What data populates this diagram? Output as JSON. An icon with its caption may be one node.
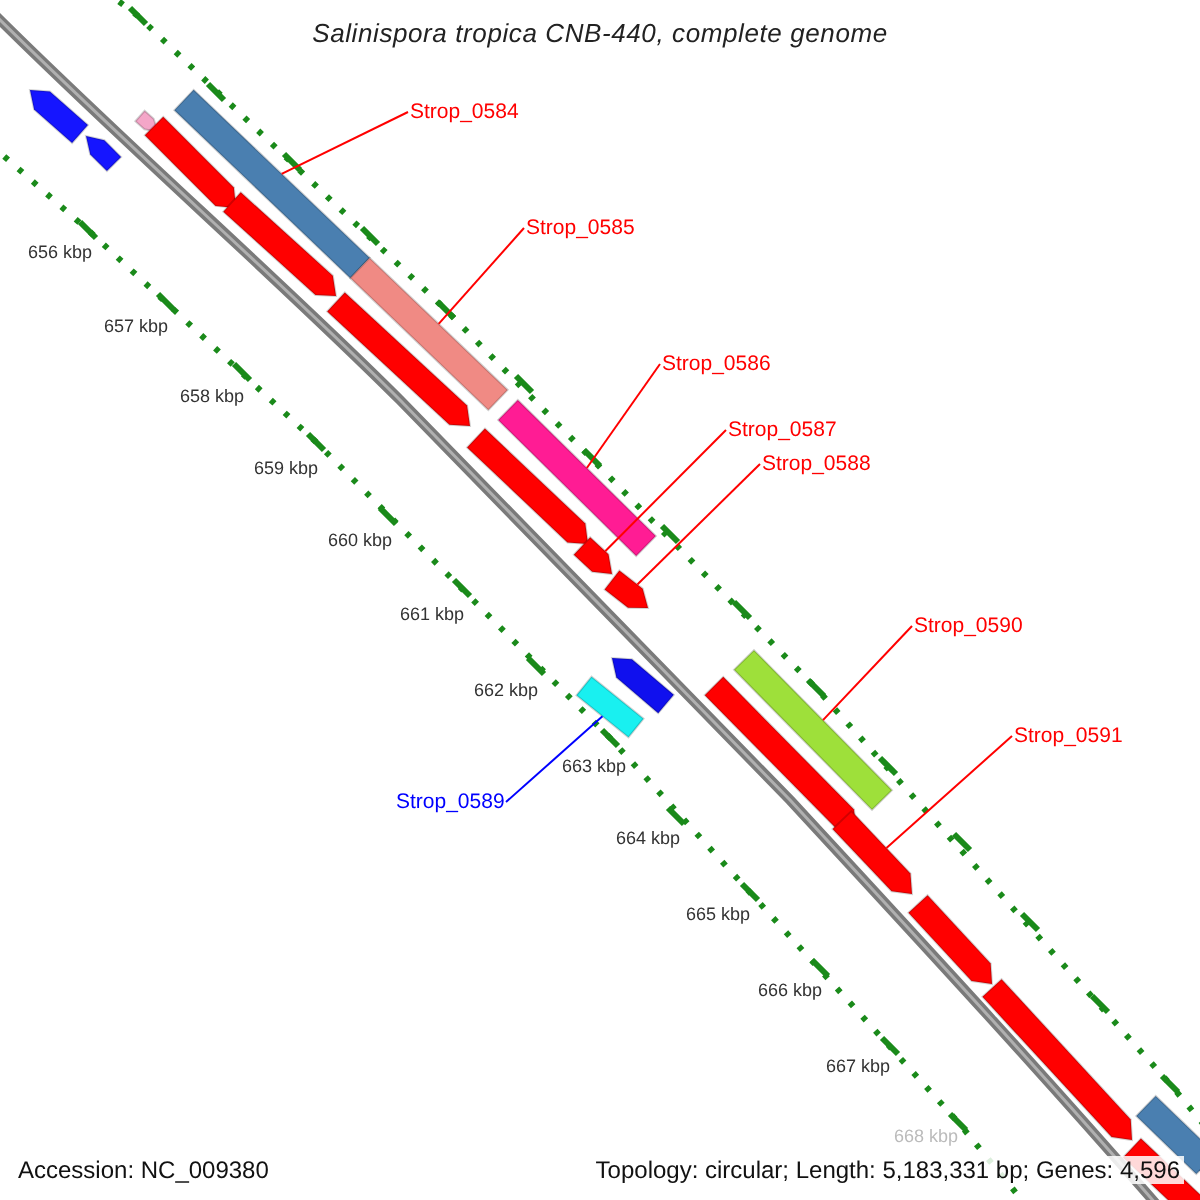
{
  "diagram": {
    "title": "Salinispora tropica CNB-440, complete genome",
    "nodes": [
      {
        "text": [
          "Strop_0584"
        ]
      },
      {
        "text": [
          "Strop_0585"
        ]
      },
      {
        "text": [
          "Strop_0586"
        ]
      },
      {
        "text": [
          "Strop_0587"
        ]
      },
      {
        "text": [
          "Strop_0588"
        ]
      },
      {
        "text": [
          "Strop_0590"
        ]
      },
      {
        "text": [
          "Strop_0591"
        ]
      },
      {
        "text": [
          "Strop_0589"
        ]
      },
      {
        "text": [],
        "shape": "pentagon"
      },
      {
        "text": [],
        "shape": "pentagon"
      },
      {
        "text": [],
        "shape": "pentagon"
      },
      {
        "text": [],
        "shape": "pentagon"
      },
      {
        "text": [],
        "shape": "bar"
      },
      {
        "text": [],
        "shape": "pentagon"
      },
      {
        "text": [],
        "shape": "bar"
      },
      {
        "text": [],
        "shape": "pentagon"
      },
      {
        "text": [],
        "shape": "bar"
      },
      {
        "text": [],
        "shape": "pentagon"
      },
      {
        "text": [],
        "shape": "pentagon"
      },
      {
        "text": [],
        "shape": "pentagon"
      },
      {
        "text": [],
        "shape": "pentagon"
      },
      {
        "text": [],
        "shape": "bar"
      },
      {
        "text": [],
        "shape": "bar"
      },
      {
        "text": [],
        "shape": "pentagon"
      },
      {
        "text": [],
        "shape": "pentagon"
      },
      {
        "text": [],
        "shape": "pentagon"
      },
      {
        "text": [],
        "shape": "pentagon"
      },
      {
        "text": [],
        "shape": "bar"
      },
      {
        "text": [],
        "shape": "pentagon"
      }
    ],
    "edges": [
      {
        "from": 0,
        "to": 12,
        "arrow": "none"
      },
      {
        "from": 1,
        "to": 14,
        "arrow": "none"
      },
      {
        "from": 2,
        "to": 16,
        "arrow": "none"
      },
      {
        "from": 3,
        "to": 18,
        "arrow": "none"
      },
      {
        "from": 4,
        "to": 19,
        "arrow": "none"
      },
      {
        "from": 5,
        "to": 22,
        "arrow": "none"
      },
      {
        "from": 6,
        "to": 24,
        "arrow": "none"
      },
      {
        "from": 7,
        "to": 21,
        "arrow": "none",
        "color": "#0000ff"
      }
    ],
    "labels": [
      "656 kbp",
      "657 kbp",
      "658 kbp",
      "659 kbp",
      "660 kbp",
      "661 kbp",
      "662 kbp",
      "663 kbp",
      "664 kbp",
      "665 kbp",
      "666 kbp",
      "667 kbp",
      "668 kbp",
      "Accession: NC_009380",
      "Topology: circular; Length: 5,183,331 bp; Genes: 4,596"
    ]
  }
}
